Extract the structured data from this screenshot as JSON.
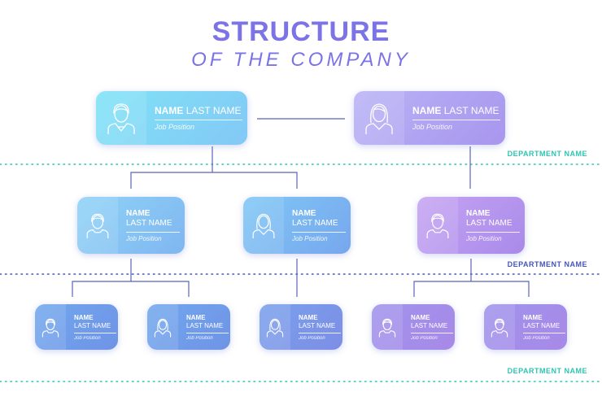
{
  "title": {
    "line1": "STRUCTURE",
    "line2": "OF THE COMPANY"
  },
  "colors": {
    "accent": "#7b73e6",
    "connector": "#5c63b8",
    "teal": "#2fc4b2",
    "navy": "#4456b8"
  },
  "departments": [
    {
      "label": "DEPARTMENT NAME",
      "color": "#2fc4b2"
    },
    {
      "label": "DEPARTMENT NAME",
      "color": "#4456b8"
    },
    {
      "label": "DEPARTMENT NAME",
      "color": "#2fc4b2"
    }
  ],
  "cards": [
    {
      "first": "NAME",
      "last": "LAST NAME",
      "position": "Job Position",
      "avatar": "male-person-icon"
    },
    {
      "first": "NAME",
      "last": "LAST NAME",
      "position": "Job Position",
      "avatar": "female-person-icon"
    },
    {
      "first": "NAME",
      "last": "LAST NAME",
      "position": "Job Position",
      "avatar": "male-person-icon"
    },
    {
      "first": "NAME",
      "last": "LAST NAME",
      "position": "Job Position",
      "avatar": "female-person-icon"
    },
    {
      "first": "NAME",
      "last": "LAST NAME",
      "position": "Job Position",
      "avatar": "male-person-icon"
    },
    {
      "first": "NAME",
      "last": "LAST NAME",
      "position": "Job Position",
      "avatar": "male-person-icon"
    },
    {
      "first": "NAME",
      "last": "LAST NAME",
      "position": "Job Position",
      "avatar": "female-person-icon"
    },
    {
      "first": "NAME",
      "last": "LAST NAME",
      "position": "Job Position",
      "avatar": "female-person-icon"
    },
    {
      "first": "NAME",
      "last": "LAST NAME",
      "position": "Job Position",
      "avatar": "male-person-icon"
    },
    {
      "first": "NAME",
      "last": "LAST NAME",
      "position": "Job Position",
      "avatar": "male-person-icon"
    }
  ]
}
